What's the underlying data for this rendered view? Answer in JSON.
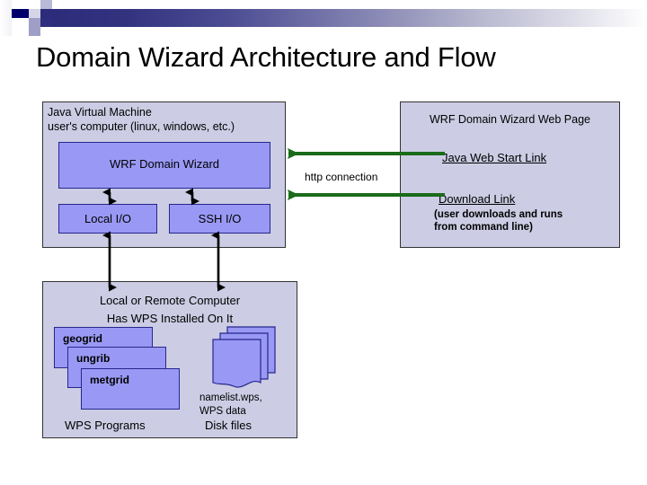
{
  "page": {
    "title": "Domain Wizard Architecture and Flow"
  },
  "colors": {
    "container_fill": "#CCCCE4",
    "box_fill": "#9999F5",
    "box_border": "#26268C",
    "container_border": "#333333",
    "arrow_black": "#000000",
    "arrow_green": "#1A6B1A",
    "band_dark": "#2B2B7A"
  },
  "jvm_panel": {
    "header_line1": "Java Virtual Machine",
    "header_line2": "user's computer (linux, windows, etc.)",
    "wizard_box_label": "WRF Domain Wizard",
    "local_io_label": "Local I/O",
    "ssh_io_label": "SSH I/O"
  },
  "wps_panel": {
    "heading_line1": "Local or Remote Computer",
    "heading_line2": "Has WPS Installed On It",
    "programs": [
      {
        "label": "geogrid"
      },
      {
        "label": "ungrib"
      },
      {
        "label": "metgrid"
      }
    ],
    "programs_caption": "WPS Programs",
    "disk_caption_line1": "namelist.wps,",
    "disk_caption_line2": "WPS data",
    "disk_files_caption": "Disk files"
  },
  "webpage_panel": {
    "title": "WRF Domain Wizard Web Page",
    "java_web_start_link": "Java Web Start Link",
    "download_link": "Download Link",
    "download_note_line1": "(user downloads and runs",
    "download_note_line2": "from command line)"
  },
  "connectors": {
    "http_connection_label": "http connection"
  }
}
